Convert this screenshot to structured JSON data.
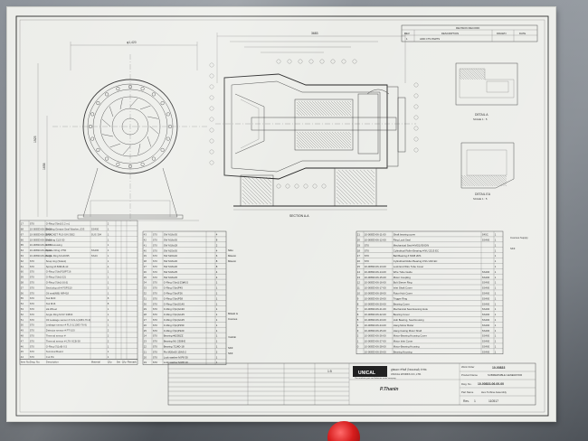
{
  "revision_block": {
    "title": "REVISION RECORD",
    "headers": [
      "REV.",
      "DESCRIPTION",
      "DRAWN",
      "DATE"
    ],
    "row": [
      "1",
      "ADD CTS PARTS",
      "",
      ""
    ]
  },
  "labels": {
    "section_aa": "SECTION A-A",
    "detail_a": "DETAIL A",
    "scale_a": "SCALE 1 : 5",
    "detail_ea": "DETAIL EA",
    "scale_ea": "SCALE 1 : 5"
  },
  "dimensions": {
    "front_width": "φ1,420",
    "front_height_1": "1925",
    "front_height_2": "1658",
    "section_width": "3683"
  },
  "bom_left": [
    [
      "17",
      "S70",
      "O-Ring ∅(in)[-2.2 m.]",
      "",
      "2",
      "",
      "",
      ""
    ],
    [
      "68",
      "10-00833-06-20-00",
      "Bearing Grease Seal Washer_033",
      "SS400",
      "1",
      "",
      "",
      ""
    ],
    [
      "67",
      "10-00833-06-21-00",
      "BRACKET PLS-S/N 3502",
      "SUS 304",
      "1",
      "",
      "",
      ""
    ],
    [
      "66",
      "10-00833-06-22-00",
      "Housing CLS-50",
      "",
      "1",
      "",
      "",
      ""
    ],
    [
      "65",
      "10-00833-06-23-00",
      "F.T.M-Housing",
      "",
      "1",
      "",
      "",
      ""
    ],
    [
      "64",
      "10-00833-06-24-00",
      "Spacer Ring 2750",
      "SS400",
      "1",
      "",
      "",
      ""
    ],
    [
      "63",
      "10-00833-06-25-00",
      "Angle Ring M.H0335",
      "SS4C",
      "1",
      "",
      "",
      ""
    ],
    [
      "62",
      "S70",
      "Snap ring (Sidest)",
      "",
      "1",
      "",
      "",
      ""
    ],
    [
      "61",
      "S70",
      "Spring M.5#M18-10",
      "",
      "4",
      "",
      "",
      ""
    ],
    [
      "60",
      "S70",
      "O-Ring ∅(In)F18P716",
      "",
      "1",
      "",
      "",
      ""
    ],
    [
      "59",
      "S70",
      "O-Ring ∅(In)[-22]",
      "",
      "1",
      "",
      "",
      ""
    ],
    [
      "58",
      "S70",
      "O-Ring ∅(In)[-16.6]",
      "",
      "1",
      "",
      "",
      ""
    ],
    [
      "57",
      "S70",
      "Seal plug oil #.FSPS10",
      "",
      "2",
      "",
      "",
      ""
    ],
    [
      "56",
      "S70",
      "Oil seal(MB) MR418",
      "",
      "1",
      "",
      "",
      ""
    ],
    [
      "55",
      "S70",
      "Nut M20",
      "",
      "8",
      "",
      "",
      ""
    ],
    [
      "54",
      "S70",
      "Nut M16",
      "",
      "8",
      "",
      "",
      ""
    ],
    [
      "53",
      "S70",
      "Hk.Wheel",
      "",
      "1",
      "",
      "",
      ""
    ],
    [
      "52",
      "S70",
      "Angle Ring M.6V 33803",
      "",
      "1",
      "",
      "",
      ""
    ],
    [
      "51",
      "S70",
      "Oil Leakage sensor # FLS-1(1083-76-9)",
      "",
      "1",
      "",
      "",
      ""
    ],
    [
      "50",
      "S70",
      "Leakage sensor # FLS-1(1083-76-9)",
      "",
      "1",
      "",
      "",
      ""
    ],
    [
      "49",
      "S70",
      "Detector sensor # PT-100",
      "",
      "2",
      "",
      "",
      ""
    ],
    [
      "48",
      "S70",
      "Thermal sensor #",
      "",
      "2",
      "",
      "",
      ""
    ],
    [
      "47",
      "S70",
      "Thermal sensor # LTK-9CB-38",
      "",
      "2",
      "",
      "",
      ""
    ],
    [
      "46",
      "S70",
      "O-Ring ∅(1x8)-0.5",
      "",
      "1",
      "",
      "",
      ""
    ],
    [
      "45",
      "S70",
      "Terminal Board",
      "",
      "1",
      "",
      "",
      ""
    ],
    [
      "44",
      "S70",
      "Cut Pin",
      "",
      "1",
      "",
      "",
      ""
    ]
  ],
  "bom_left_footer": [
    "Item No.",
    "Dwg. No.",
    "Description",
    "Material",
    "Q'ty",
    "Set",
    "Q'ty",
    "Remark"
  ],
  "bom_mid": [
    [
      "43",
      "S70",
      "SW M16x30",
      "",
      "4"
    ],
    [
      "42",
      "S70",
      "SW M16x30",
      "",
      "8"
    ],
    [
      "41",
      "S70",
      "SW M16x28",
      "",
      "2"
    ],
    [
      "40",
      "S70",
      "SW M20x30",
      "",
      "4"
    ],
    [
      "39",
      "S70",
      "SW M20x40",
      "",
      "6"
    ],
    [
      "38",
      "S70",
      "SW M16x30",
      "",
      "8"
    ],
    [
      "37",
      "S70",
      "SW M16x30",
      "",
      "8"
    ],
    [
      "36",
      "S70",
      "SW M16x35",
      "",
      "4"
    ],
    [
      "35",
      "S70",
      "SW M16x45",
      "",
      "4"
    ],
    [
      "34",
      "S70",
      "O-Ring ∅(in)[-23]#0.5",
      "",
      "1"
    ],
    [
      "33",
      "S70",
      "O-Ring ∅(in)P45",
      "",
      "1"
    ],
    [
      "32",
      "S70",
      "O-Ring ∅(in)F26",
      "",
      "1"
    ],
    [
      "31",
      "S70",
      "O-Ring ∅(in)P38",
      "",
      "1"
    ],
    [
      "30",
      "S70",
      "O-Ring ∅(in)G140",
      "",
      "1"
    ],
    [
      "29",
      "S70",
      "O-Ring ∅(in)G130",
      "",
      "1"
    ],
    [
      "28",
      "S70",
      "O-Ring ∅(in)G145",
      "",
      "1"
    ],
    [
      "27",
      "S70",
      "O-Ring ∅(in)G125",
      "",
      "1"
    ],
    [
      "26",
      "S70",
      "O-Ring ∅(in)P150",
      "",
      "1"
    ],
    [
      "25",
      "S70",
      "O-Ring ∅(in)P220",
      "",
      "1"
    ],
    [
      "24",
      "S70",
      "Bearing #6205ZZ",
      "",
      "1"
    ],
    [
      "23",
      "S70",
      "Bearing NU 2308-E",
      "",
      "1"
    ],
    [
      "22",
      "S70",
      "Bearing 7214D-18",
      "",
      "1"
    ],
    [
      "21",
      "S70",
      "Pin M20x60 1DA3-2",
      "",
      "2"
    ],
    [
      "20",
      "S70",
      "Lock washer M.P8 30",
      "",
      "1"
    ],
    [
      "19",
      "S70",
      "Lock washer M.P8 10",
      "",
      "1"
    ]
  ],
  "bom_mid_remarks": [
    "Nitto",
    "Misumi",
    "Misumi",
    "",
    "Mitsub &",
    "Cosmos",
    "Yoshiki",
    "SKF",
    "SKF"
  ],
  "bom_right": [
    [
      "21",
      "10-00833-06-11-00",
      "Shaft bearing cover",
      "S45C",
      "1"
    ],
    [
      "20",
      "10-00833-06-12-00",
      "Ring Lock Seal",
      "SS400",
      "1"
    ],
    [
      "19",
      "S70",
      "Mechanical Seal # MG1/95-DIN",
      "",
      "1"
    ],
    [
      "18",
      "S70",
      "Cylindrical Roller Bearing # NU 2213 EC",
      "",
      "1"
    ],
    [
      "17",
      "S70",
      "Ball Bearing # 6308 2RS",
      "",
      "1"
    ],
    [
      "16",
      "S70",
      "Cylindrical Roller Bearing # NU 220 EC",
      "",
      "1"
    ],
    [
      "15",
      "10-00833-06-13-00",
      "Lock End Wire Tube Cover",
      "",
      "1"
    ],
    [
      "14",
      "10-00833-06-14-00",
      "Wire Tube Guide",
      "SS400",
      "1"
    ],
    [
      "13",
      "10-00833-06-15-00",
      "Motor Coupling",
      "SS400",
      "1"
    ],
    [
      "12",
      "10-00833-06-16-00",
      "Bolt Sleeve Ring",
      "SS400",
      "1"
    ],
    [
      "11",
      "10-00833-06-17-00",
      "Inlet Shaft Cover",
      "SS400",
      "1"
    ],
    [
      "10",
      "10-00833-06-18-00",
      "Rotor Hub Cover",
      "SS400",
      "1"
    ],
    [
      "9",
      "10-00833-06-19-00",
      "Trigger Ring",
      "SS400",
      "1"
    ],
    [
      "8",
      "10-00833-06-20-00",
      "Bearing Cover",
      "SS400",
      "1"
    ],
    [
      "7",
      "10-00833-06-21-00",
      "Mechanical Seal Housing Hole",
      "SS400",
      "1"
    ],
    [
      "6",
      "10-00833-06-22-00",
      "Bearing Cover",
      "SS400",
      "1"
    ],
    [
      "5",
      "10-00833-06-23-00",
      "Hub Bearing, Seal Housing",
      "SS400",
      "1"
    ],
    [
      "4",
      "10-00833-06-24-00",
      "Hang Motor Boiler",
      "SS400",
      "1"
    ],
    [
      "3",
      "10-00833-06-25-00",
      "Hang Casing Motor Shaft",
      "SS400",
      "1"
    ],
    [
      "2",
      "10-00833-06-26-00",
      "Motor-Bearing Housing Cover",
      "SS400",
      "1"
    ],
    [
      "1",
      "10-00833-06-27-00",
      "Motor Inlet Cover",
      "SS400",
      "1"
    ],
    [
      "0",
      "10-00833-06-28-00",
      "Motor-Bearing Housing",
      "SS400",
      "1"
    ],
    [
      "",
      "10-00833-06-29-00",
      "Bearing Housing",
      "SS400",
      "1"
    ]
  ],
  "bom_right_remarks": [
    "Cosmos Supply",
    "SKF"
  ],
  "title_block": {
    "company_logo": "UNICAL",
    "company_thai": "ยูนิคอล เวิร์คส์ (ไทยแลนด์) จำกัด",
    "company_en": "UNICAL WORKS CO.,LTD.",
    "tagline": "The machine part and fabricate metal company",
    "work_order_label": "Work Order",
    "work_order": "10-00833",
    "product_name_label": "Product Name",
    "product_name": "SUBMERSIBLE GENERATOR",
    "dwg_no_label": "Dwg. No.",
    "dwg_no": "10-00833-06-00-00",
    "part_name_label": "Part Name",
    "part_name": "Hex.Turbine Assembly",
    "drawn_by": "P.Thanin",
    "rev_label": "Rev.",
    "rev": "1",
    "date": "110517",
    "scale": "1:5"
  }
}
